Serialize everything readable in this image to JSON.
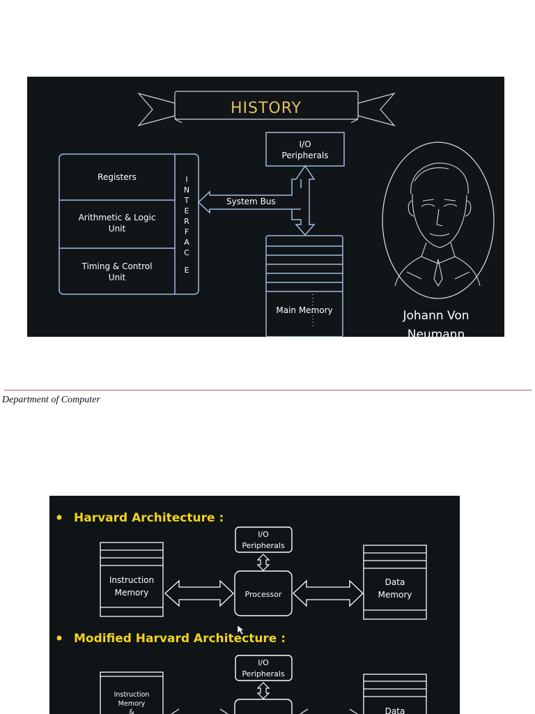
{
  "slide1": {
    "banner_title": "HISTORY",
    "io_box": [
      "I/O",
      "Peripherals"
    ],
    "cpu_sections": [
      "Registers",
      "Arithmetic & Logic",
      "Unit",
      "Timing & Control",
      "Unit"
    ],
    "interface_letters": [
      "I",
      "N",
      "T",
      "E",
      "R",
      "F",
      "A",
      "C",
      "E"
    ],
    "bus_label": "System Bus",
    "memory_label": "Main Memory",
    "person_name_line1": "Johann Von",
    "person_name_line2": "Neumann",
    "colors": {
      "line": "#9fbbe0",
      "banner_text": "#e2c06a",
      "bg": "#111518"
    }
  },
  "footer": {
    "text": "Department of Computer"
  },
  "slide2": {
    "heading1": "Harvard Architecture :",
    "heading2": "Modified Harvard Architecture :",
    "io_box": [
      "I/O",
      "Peripherals"
    ],
    "instruction_memory": [
      "Instruction",
      "Memory"
    ],
    "data_memory": [
      "Data",
      "Memory"
    ],
    "processor": "Processor",
    "io_box_2": [
      "I/O",
      "Peripherals"
    ],
    "instruction_memory_2": [
      "Instruction",
      "Memory",
      "&"
    ],
    "data_memory_2": "Data",
    "colors": {
      "heading": "#f2d21f",
      "line": "#ffffff",
      "bullet": "#f2d21f"
    }
  }
}
